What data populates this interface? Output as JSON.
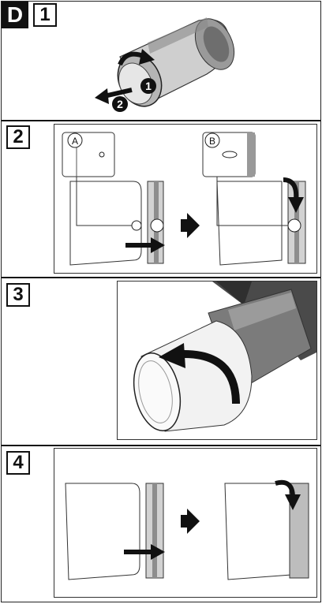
{
  "section": {
    "label": "D"
  },
  "steps": [
    {
      "number": "1"
    },
    {
      "number": "2"
    },
    {
      "number": "3"
    },
    {
      "number": "4"
    }
  ],
  "step1": {
    "callouts": [
      "1",
      "2"
    ]
  },
  "step2": {
    "insets": [
      "A",
      "B"
    ]
  }
}
